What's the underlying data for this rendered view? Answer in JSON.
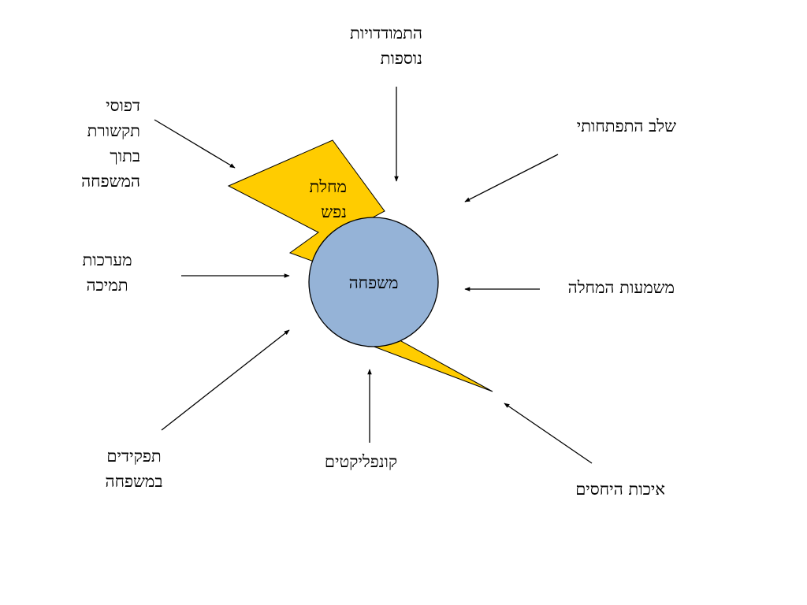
{
  "center": {
    "label": "משפחה",
    "fill": "#95b3d7",
    "stroke": "#000000"
  },
  "bolt": {
    "label_lines": [
      "מחלת",
      "נפש"
    ],
    "fill": "#ffcc00",
    "stroke": "#000000"
  },
  "factors": {
    "top": [
      "התמודדויות",
      "נוספות"
    ],
    "top_left": [
      "דפוסי",
      "תקשורת",
      "בתוך",
      "המשפחה"
    ],
    "top_right": [
      "שלב התפתחותי"
    ],
    "left": [
      "מערכות",
      "תמיכה"
    ],
    "right": [
      "משמעות המחלה"
    ],
    "bottom_left": [
      "תפקידים",
      "במשפחה"
    ],
    "bottom": [
      "קונפליקטים"
    ],
    "bottom_right": [
      "איכות היחסים"
    ]
  }
}
